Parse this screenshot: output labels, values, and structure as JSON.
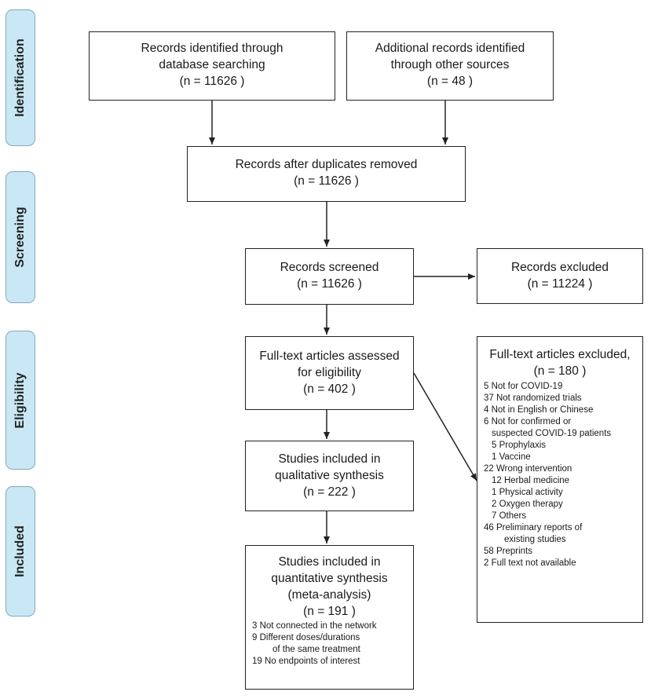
{
  "phases": {
    "identification": "Identification",
    "screening": "Screening",
    "eligibility": "Eligibility",
    "included": "Included"
  },
  "identified": {
    "database": {
      "line1": "Records identified through",
      "line2": "database searching",
      "count": "(n = 11626 )"
    },
    "other": {
      "line1": "Additional records identified",
      "line2": "through other sources",
      "count": "(n = 48 )"
    }
  },
  "duplicates_removed": {
    "line1": "Records after duplicates removed",
    "count": "(n = 11626 )"
  },
  "screened": {
    "line1": "Records screened",
    "count": "(n = 11626 )"
  },
  "excluded": {
    "line1": "Records excluded",
    "count": "(n = 11224 )"
  },
  "fulltext_assessed": {
    "line1": "Full-text articles assessed",
    "line2": "for eligibility",
    "count": "(n = 402 )"
  },
  "fulltext_excluded": {
    "title": "Full-text articles excluded,",
    "count": "(n = 180 )",
    "reasons": [
      "5 Not for COVID-19",
      "37 Not randomized trials",
      "4 Not in English or Chinese",
      "6 Not for confirmed or",
      "suspected COVID-19 patients",
      "5 Prophylaxis",
      "1 Vaccine",
      "22 Wrong intervention",
      "12 Herbal medicine",
      "1 Physical activity",
      "2 Oxygen therapy",
      "7 Others",
      "46 Preliminary reports of",
      "existing studies",
      "58 Preprints",
      "2 Full text not available"
    ]
  },
  "qualitative": {
    "line1": "Studies included in",
    "line2": "qualitative synthesis",
    "count": "(n = 222 )"
  },
  "quantitative": {
    "line1": "Studies included in",
    "line2": "quantitative synthesis",
    "line3": "(meta-analysis)",
    "count": "(n = 191 )",
    "notes": [
      "3 Not connected in the network",
      "9 Different doses/durations",
      "of the same treatment",
      "19 No endpoints of interest"
    ]
  }
}
